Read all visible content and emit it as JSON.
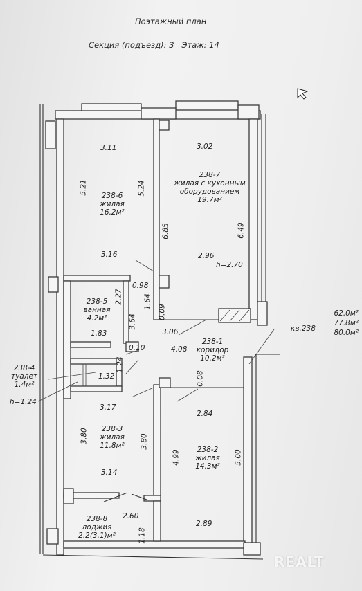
{
  "header": {
    "title": "Поэтажный план",
    "section_line": "Секция (подъезд): 3   Этаж: 14"
  },
  "rooms": {
    "r6": {
      "id": "238-6",
      "name": "жилая",
      "area": "16.2м²"
    },
    "r7": {
      "id": "238-7",
      "name1": "жилая с кухонным",
      "name2": "оборудованием",
      "area": "19.7м²"
    },
    "r5": {
      "id": "238-5",
      "name": "ванная",
      "area": "4.2м²"
    },
    "r1": {
      "id": "238-1",
      "name": "коридор",
      "area": "10.2м²"
    },
    "r4": {
      "id": "238-4",
      "name": "туалет",
      "area": "1.4м²",
      "height": "h=1.24"
    },
    "r3": {
      "id": "238-3",
      "name": "жилая",
      "area": "11.8м²"
    },
    "r2": {
      "id": "238-2",
      "name": "жилая",
      "area": "14.3м²"
    },
    "r8": {
      "id": "238-8",
      "name": "лоджия",
      "area": "2.2(3.1)м²"
    }
  },
  "apartment": {
    "label": "кв.238",
    "area_total": "62.0м²",
    "area_2": "77.8м²",
    "area_3": "80.0м²"
  },
  "ceiling_height": "h=2.70",
  "dimensions": {
    "d311": "3.11",
    "d302": "3.02",
    "d521": "5.21",
    "d524": "5.24",
    "d685": "6.85",
    "d649": "6.49",
    "d316": "3.16",
    "d296": "2.96",
    "d098": "0.98",
    "d227": "2.27",
    "d164": "1.64",
    "d009": "0.09",
    "d364": "3.64",
    "d183": "1.83",
    "d306": "3.06",
    "d408": "4.08",
    "d010": "0.10",
    "d124": "1.24",
    "d132": "1.32",
    "d008": "0.08",
    "d317": "3.17",
    "d284": "2.84",
    "d380a": "3.80",
    "d380b": "3.80",
    "d499": "4.99",
    "d500": "5.00",
    "d314": "3.14",
    "d260": "2.60",
    "d118": "1.18",
    "d289": "2.89"
  },
  "watermark": "REALT"
}
